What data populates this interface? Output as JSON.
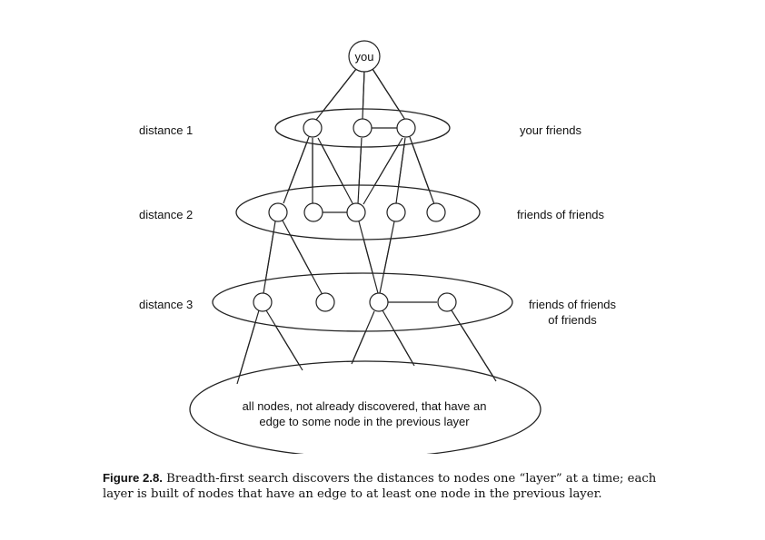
{
  "root_label": "you",
  "layers": [
    {
      "left_label": "distance 1",
      "right_label": [
        "your friends"
      ]
    },
    {
      "left_label": "distance 2",
      "right_label": [
        "friends of friends"
      ]
    },
    {
      "left_label": "distance 3",
      "right_label": [
        "friends of friends",
        "of friends"
      ]
    }
  ],
  "bottom_label": [
    "all nodes, not already discovered, that have an",
    "edge to some node in the previous layer"
  ],
  "caption": {
    "figure": "Figure 2.8.",
    "text": "Breadth-first search discovers the distances to nodes one “layer” at a time; each layer is built of nodes that have an edge to at least one node in the previous layer."
  }
}
